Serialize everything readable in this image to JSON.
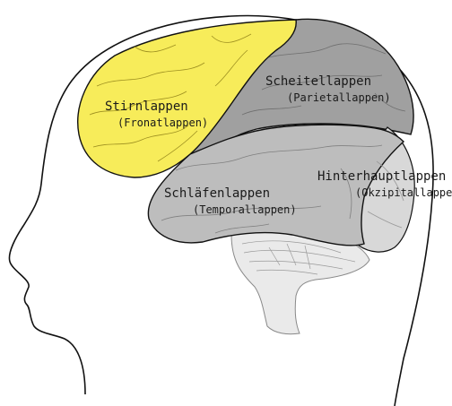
{
  "figure": {
    "colors": {
      "frontal_fill": "#f7ec5a",
      "parietal_fill": "#a0a0a0",
      "temporal_fill": "#bdbdbd",
      "occipital_fill": "#d8d8d8",
      "cerebellum_fill": "#eaeaea",
      "outline": "#111111",
      "sulcus": "#7a7a7a"
    },
    "lobes": {
      "frontal": {
        "name": "Stirnlappen",
        "latin": "(Fronatlappen)"
      },
      "parietal": {
        "name": "Scheitellappen",
        "latin": "(Parietallappen)"
      },
      "temporal": {
        "name": "Schläfenlappen",
        "latin": "(Temporallappen)"
      },
      "occipital": {
        "name": "Hinterhauptlappen",
        "latin": "(Okzipitallappe"
      }
    }
  }
}
